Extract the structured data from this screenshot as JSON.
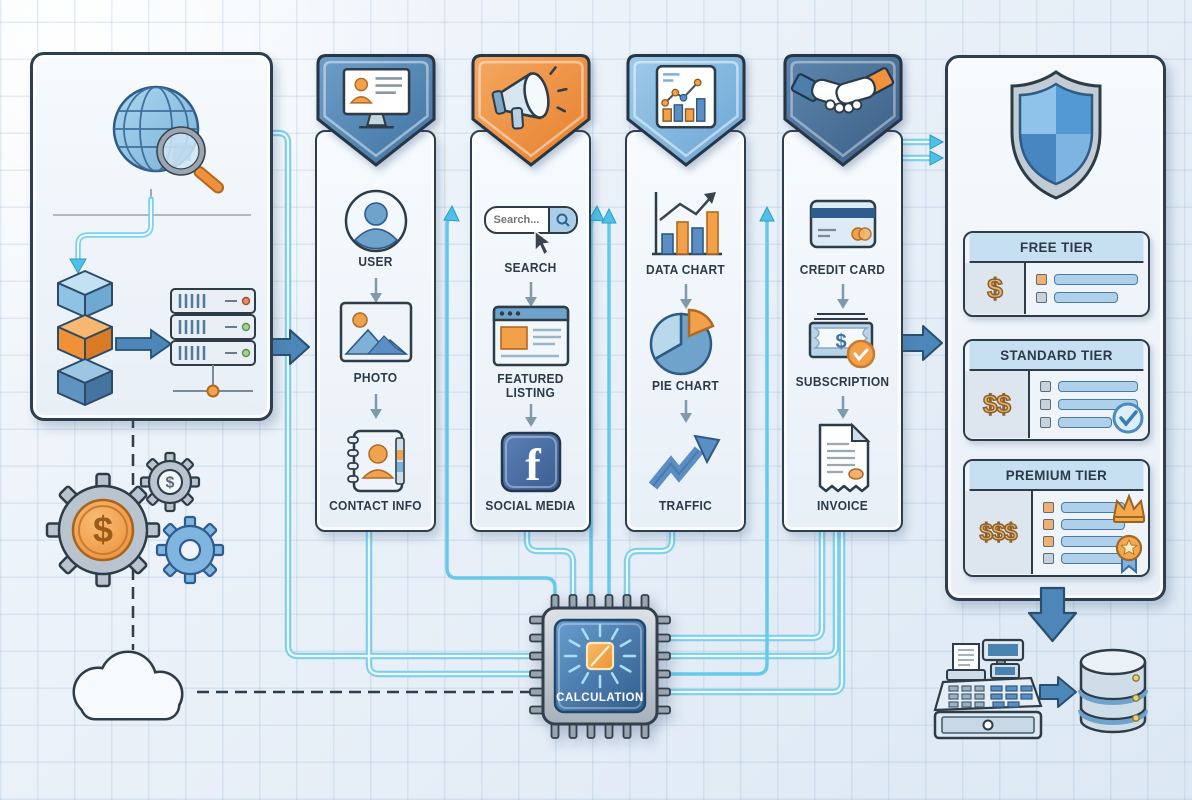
{
  "source_panel": {
    "icons": [
      "globe-search",
      "data-cubes",
      "server-rack"
    ]
  },
  "columns": [
    {
      "name": "user-data",
      "badge": {
        "icon": "monitor-profile-icon",
        "color": "#4b7fae"
      },
      "items": [
        {
          "icon": "user-avatar-icon",
          "label": "USER"
        },
        {
          "icon": "photo-icon",
          "label": "PHOTO"
        },
        {
          "icon": "contact-book-icon",
          "label": "CONTACT INFO"
        }
      ]
    },
    {
      "name": "marketing",
      "badge": {
        "icon": "megaphone-icon",
        "color": "#ee8e44"
      },
      "search": {
        "placeholder": "Search..."
      },
      "items": [
        {
          "icon": "search-bar-icon",
          "label": "SEARCH"
        },
        {
          "icon": "featured-listing-icon",
          "label": "FEATURED LISTING"
        },
        {
          "icon": "facebook-icon",
          "label": "SOCIAL MEDIA",
          "glyph": "f"
        }
      ]
    },
    {
      "name": "analytics",
      "badge": {
        "icon": "chart-card-icon",
        "color": "#82b8e0"
      },
      "items": [
        {
          "icon": "bar-chart-icon",
          "label": "DATA CHART"
        },
        {
          "icon": "pie-chart-icon",
          "label": "PIE CHART"
        },
        {
          "icon": "trend-arrow-icon",
          "label": "TRAFFIC"
        }
      ]
    },
    {
      "name": "payments",
      "badge": {
        "icon": "handshake-icon",
        "color": "#4a6f96"
      },
      "items": [
        {
          "icon": "credit-card-icon",
          "label": "CREDIT CARD"
        },
        {
          "icon": "money-check-icon",
          "label": "SUBSCRIPTION"
        },
        {
          "icon": "invoice-icon",
          "label": "INVOICE"
        }
      ]
    }
  ],
  "processor": {
    "label": "CALCULATION"
  },
  "pricing": {
    "panel_icon": "shield-icon",
    "tiers": [
      {
        "label": "FREE TIER",
        "price": "$",
        "feature_rows": 2,
        "badges": []
      },
      {
        "label": "STANDARD TIER",
        "price": "$$",
        "feature_rows": 3,
        "badges": [
          "check"
        ]
      },
      {
        "label": "PREMIUM TIER",
        "price": "$$$",
        "feature_rows": 4,
        "badges": [
          "crown",
          "medal"
        ]
      }
    ]
  },
  "bottom": {
    "icons": [
      "gears-dollar",
      "cloud",
      "cash-register",
      "database"
    ],
    "dollar": "$"
  },
  "colors": {
    "outline": "#2f3e4e",
    "pipe": "#7cd0ec",
    "arrow_blue": "#4d86b8",
    "accent_orange": "#ee8e44",
    "badge_blue": "#4b7fae",
    "badge_light_blue": "#82b8e0",
    "badge_navy": "#4a6f96",
    "panel_fill": "#eef4fa"
  }
}
